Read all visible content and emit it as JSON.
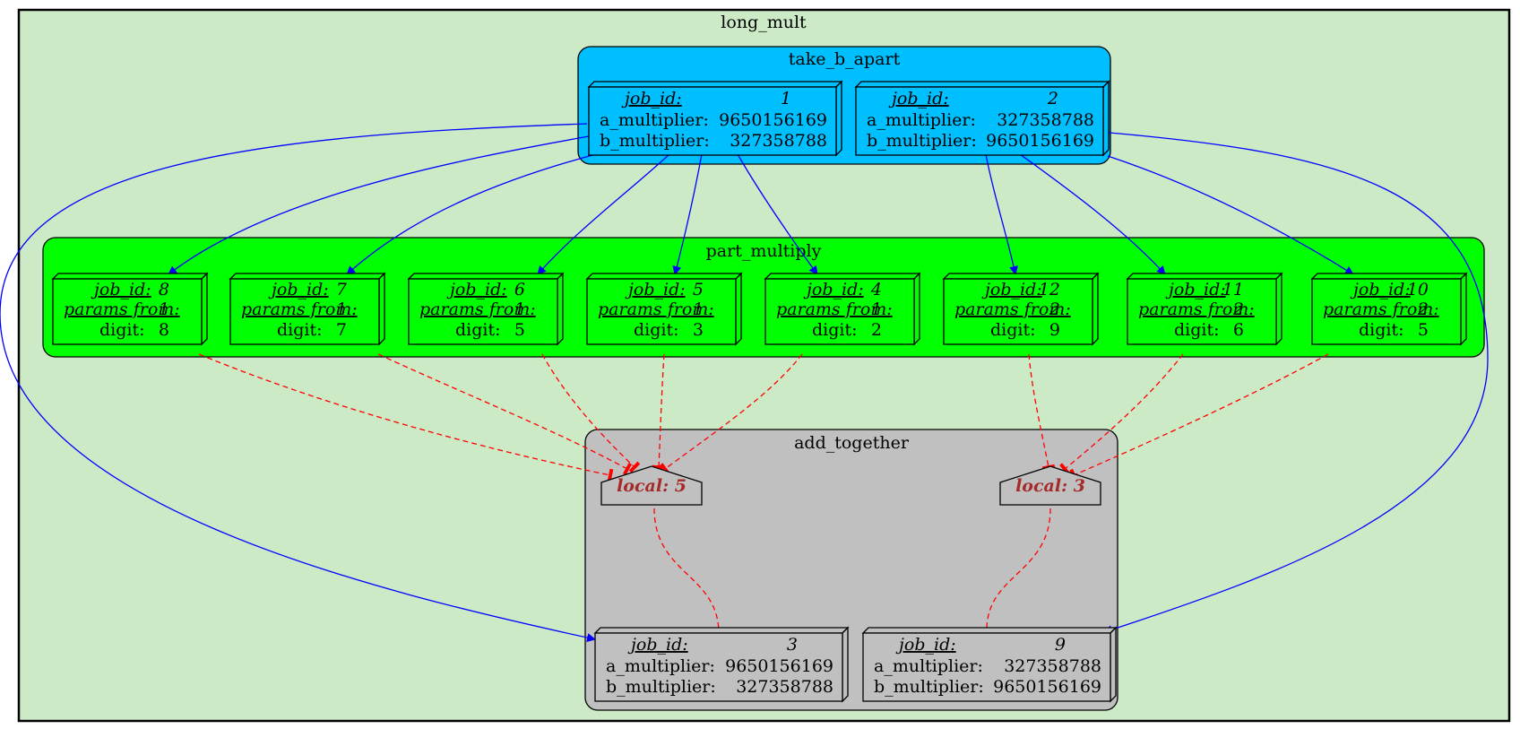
{
  "clusters": {
    "outer": {
      "title": "long_mult",
      "fill": "#cdeac7"
    },
    "take_b_apart": {
      "title": "take_b_apart",
      "fill": "#00bfff"
    },
    "part_multiply": {
      "title": "part_multiply",
      "fill": "#00ff00"
    },
    "add_together": {
      "title": "add_together",
      "fill": "#c0c0c0"
    }
  },
  "labels": {
    "job_id": "job_id:",
    "params_from": "params from:",
    "digit": "digit:",
    "a_multiplier": "a_multiplier:",
    "b_multiplier": "b_multiplier:"
  },
  "take_jobs": [
    {
      "job_id": "1",
      "a": "9650156169",
      "b": "327358788"
    },
    {
      "job_id": "2",
      "a": "327358788",
      "b": "9650156169"
    }
  ],
  "part_jobs": [
    {
      "job_id": "8",
      "params_from": "1",
      "digit": "8"
    },
    {
      "job_id": "7",
      "params_from": "1",
      "digit": "7"
    },
    {
      "job_id": "6",
      "params_from": "1",
      "digit": "5"
    },
    {
      "job_id": "5",
      "params_from": "1",
      "digit": "3"
    },
    {
      "job_id": "4",
      "params_from": "1",
      "digit": "2"
    },
    {
      "job_id": "12",
      "params_from": "2",
      "digit": "9"
    },
    {
      "job_id": "11",
      "params_from": "2",
      "digit": "6"
    },
    {
      "job_id": "10",
      "params_from": "2",
      "digit": "5"
    }
  ],
  "locals": [
    {
      "label": "local: 5"
    },
    {
      "label": "local: 3"
    }
  ],
  "add_jobs": [
    {
      "job_id": "3",
      "a": "9650156169",
      "b": "327358788"
    },
    {
      "job_id": "9",
      "a": "327358788",
      "b": "9650156169"
    }
  ],
  "colors": {
    "dataflow_edge": "#0000ff",
    "semaphore_edge": "#ff0000",
    "local_text": "#a52a2a"
  }
}
